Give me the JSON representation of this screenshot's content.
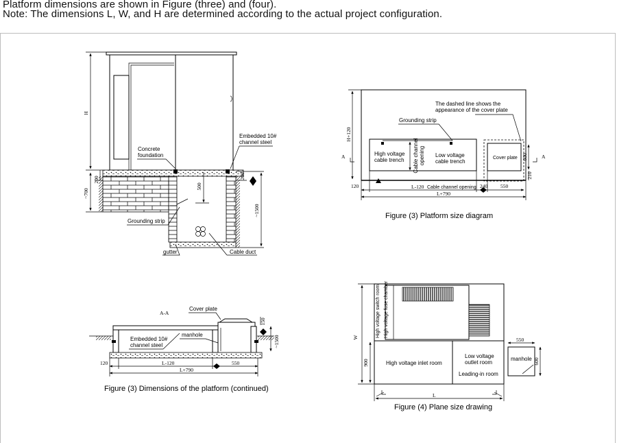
{
  "header": {
    "line1": "Platform dimensions are shown in Figure (three) and (four).",
    "line2": "Note: The dimensions L, W, and H are determined according to the actual project configuration."
  },
  "fig_elevation": {
    "labels": {
      "H": "H",
      "concrete": [
        "Concrete",
        "foundation"
      ],
      "steel": [
        "Embedded 10#",
        "channel steel"
      ],
      "grounding": "Grounding strip",
      "gutter": "gutter",
      "duct": "Cable duct"
    },
    "dims": {
      "d200a": "200",
      "d700": "~700",
      "d500": "500",
      "d200b": "200",
      "d1500": "~1500"
    }
  },
  "fig3": {
    "caption": "Figure (3) Platform size diagram",
    "labels": {
      "dashed_note": [
        "The dashed line shows the",
        "appearance of the cover plate"
      ],
      "grounding": "Grounding strip",
      "hv_trench": [
        "High voltage",
        "cable trench"
      ],
      "opening": [
        "Cable channel",
        "opening"
      ],
      "lv_trench": [
        "Low voltage",
        "cable trench"
      ],
      "cover": "Cover plate",
      "sectionA_left": "A",
      "sectionA_right": "A"
    },
    "dims": {
      "h120": "H+120",
      "d600": "600",
      "d210": "210",
      "d120": "120",
      "l120": "L-120",
      "channel_opening": "Cable channel opening",
      "d240": "240",
      "d550": "550",
      "l790": "L+790"
    }
  },
  "fig3c": {
    "caption": "Figure (3) Dimensions of the platform (continued)",
    "labels": {
      "section": "A-A",
      "cover": "Cover plate",
      "steel": [
        "Embedded 10#",
        "channel steel"
      ],
      "manhole": "manhole"
    },
    "dims": {
      "d150": "150",
      "d1500": "~1500",
      "d120": "120",
      "l120": "L-120",
      "d550": "550",
      "l790": "L+790"
    }
  },
  "fig4": {
    "caption": "Figure (4) Plane size drawing",
    "labels": {
      "hv_switch": "High voltage switch room",
      "hv_fuse": "High voltage fuse chamber",
      "hv_inlet": "High voltage inlet room",
      "lv_outlet": [
        "Low voltage",
        "outlet room"
      ],
      "leading_in": "Leading-in room",
      "manhole": "manhole"
    },
    "dims": {
      "W": "W",
      "d900": "900",
      "L": "L",
      "d550": "550",
      "d600": "600"
    }
  }
}
